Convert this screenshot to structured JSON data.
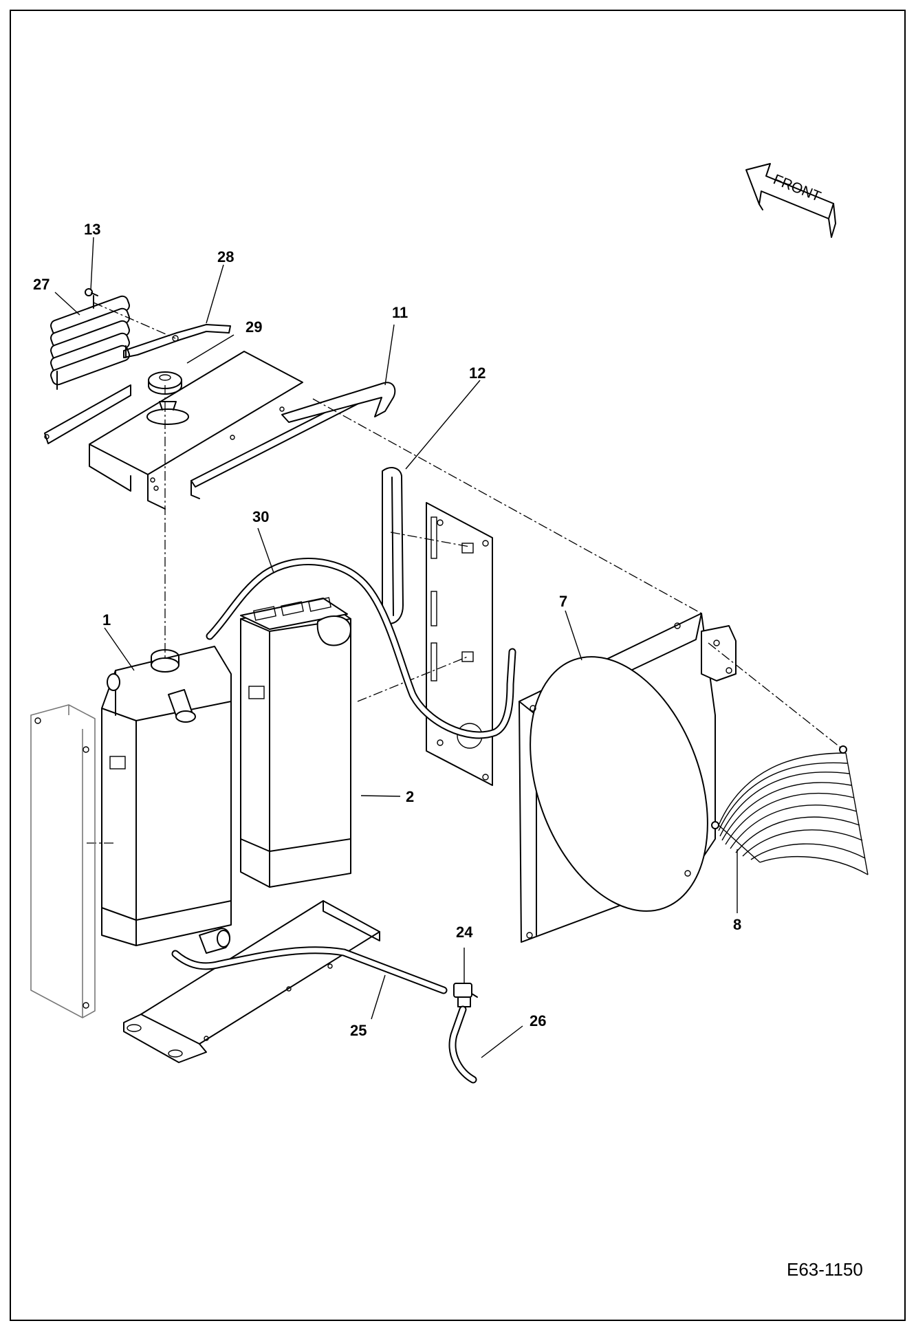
{
  "diagram": {
    "drawing_number": "E63-1150",
    "orientation_arrow_text": "FRONT",
    "callouts": [
      {
        "id": "1",
        "text": "1"
      },
      {
        "id": "2",
        "text": "2"
      },
      {
        "id": "7",
        "text": "7"
      },
      {
        "id": "8",
        "text": "8"
      },
      {
        "id": "11",
        "text": "11"
      },
      {
        "id": "12",
        "text": "12"
      },
      {
        "id": "13",
        "text": "13"
      },
      {
        "id": "24",
        "text": "24"
      },
      {
        "id": "25",
        "text": "25"
      },
      {
        "id": "26",
        "text": "26"
      },
      {
        "id": "27",
        "text": "27"
      },
      {
        "id": "28",
        "text": "28"
      },
      {
        "id": "29",
        "text": "29"
      },
      {
        "id": "30",
        "text": "30"
      }
    ]
  }
}
